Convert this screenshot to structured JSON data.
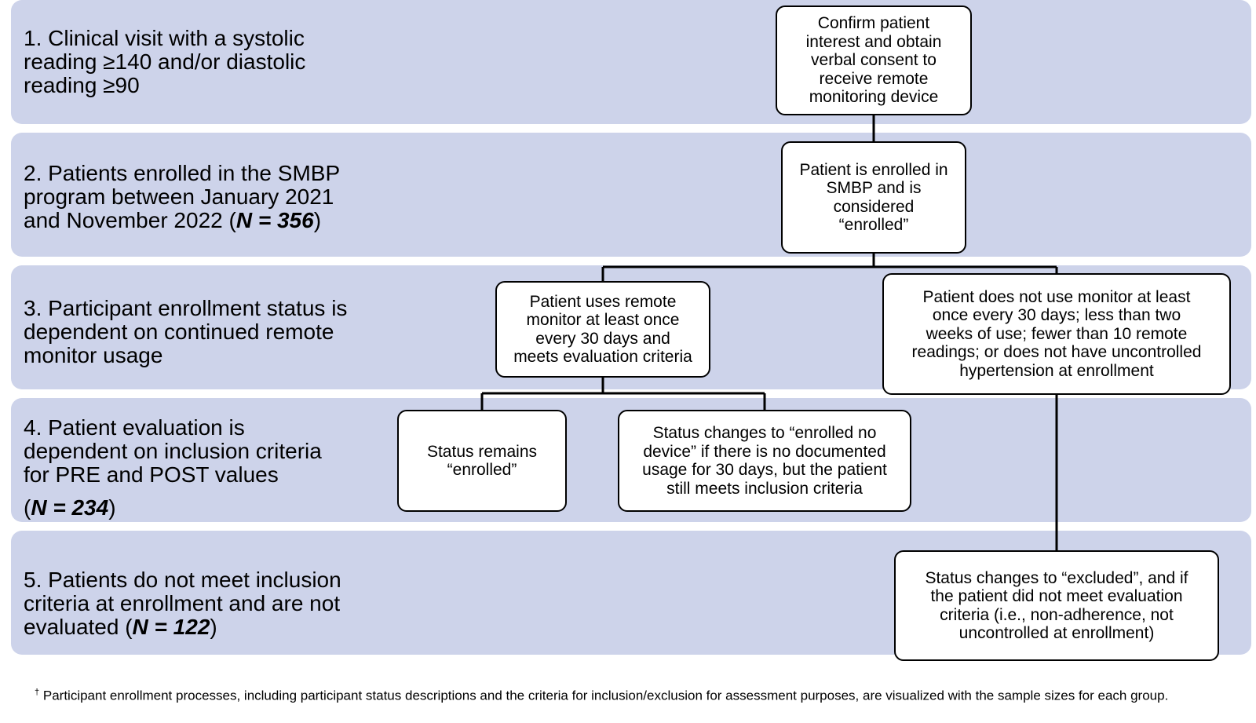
{
  "rows": [
    {
      "label": "1. Clinical visit with a systolic\nreading ≥140 and/or diastolic\nreading ≥90"
    },
    {
      "label_pre": "2. Patients enrolled in the SMBP\nprogram between January 2021\nand November 2022 (",
      "n": "N = 356",
      "label_post": ")"
    },
    {
      "label": "3. Participant enrollment status is\ndependent on continued remote\nmonitor usage"
    },
    {
      "label_pre": "4. Patient evaluation is\ndependent on inclusion criteria\nfor PRE and POST values",
      "n": "N = 234",
      "n_prefix": "(",
      "n_suffix": ")"
    },
    {
      "label_pre": "5. Patients do not meet inclusion\ncriteria at enrollment and are not\nevaluated (",
      "n": "N = 122",
      "label_post": ")"
    }
  ],
  "boxes": {
    "consent": "Confirm patient\ninterest and obtain\nverbal consent to\nreceive remote\nmonitoring device",
    "enrolled": "Patient is enrolled in\nSMBP and is\nconsidered\n“enrolled”",
    "uses_monitor": "Patient uses remote\nmonitor at least once\nevery 30 days and\nmeets evaluation criteria",
    "no_monitor": "Patient does not use monitor at least\nonce every 30 days; less than two\nweeks of use; fewer than 10 remote\nreadings; or does not have uncontrolled\nhypertension at enrollment",
    "remains": "Status remains\n“enrolled”",
    "no_device": "Status changes to “enrolled no\ndevice” if there is no documented\nusage for 30 days, but the patient\nstill meets inclusion criteria",
    "excluded": "Status changes to “excluded”, and if\nthe patient did not meet evaluation\ncriteria (i.e., non-adherence, not\nuncontrolled at enrollment)"
  },
  "footnote": {
    "mark": "†",
    "text": "Participant enrollment processes, including participant status descriptions and the criteria for inclusion/exclusion for assessment purposes, are visualized with the sample sizes for each group."
  },
  "colors": {
    "band": "#cdd3ea",
    "box": "#ffffff",
    "line": "#000000"
  }
}
